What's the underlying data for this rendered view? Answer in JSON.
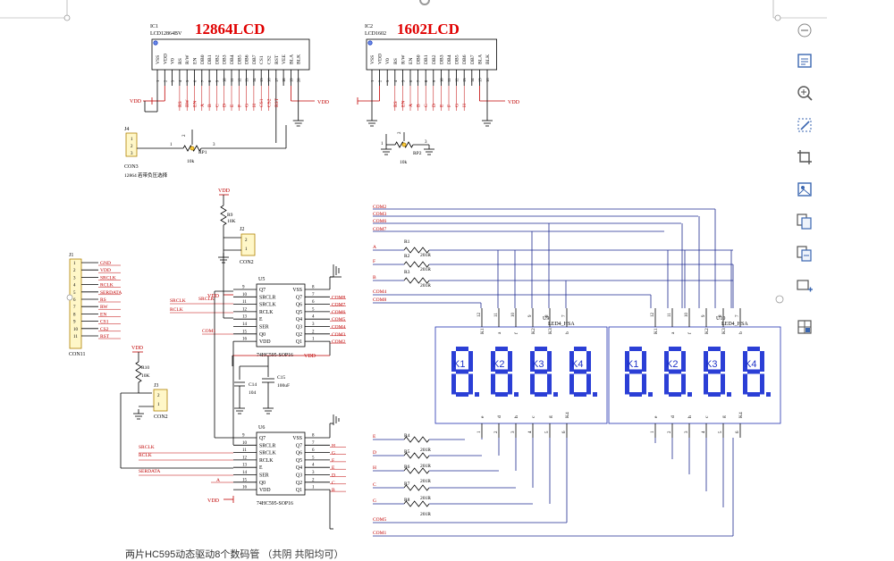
{
  "ic1": {
    "ref": "IC1",
    "part": "LCD12864BV",
    "title": "12864LCD",
    "pins": [
      "VSS",
      "VDD",
      "V0",
      "RS",
      "R/W",
      "EN",
      "DB0",
      "DB1",
      "DB2",
      "DB3",
      "DB4",
      "DB5",
      "DB6",
      "DB7",
      "CS1",
      "CS2",
      "RST",
      "VEE",
      "BLA",
      "BLK"
    ],
    "nets": [
      "RS",
      "RW",
      "EN",
      "A",
      "B",
      "C",
      "D",
      "E",
      "F",
      "G",
      "H",
      "CS1",
      "CS2",
      "RST"
    ],
    "vdd": "VDD"
  },
  "ic2": {
    "ref": "IC2",
    "part": "LCD1602",
    "title": "1602LCD",
    "pins": [
      "VSS",
      "VDD",
      "V0",
      "RS",
      "R/W",
      "EN",
      "DB0",
      "DB1",
      "DB2",
      "DB3",
      "DB4",
      "DB5",
      "DB6",
      "DB7",
      "BLA",
      "BLK"
    ],
    "nets": [
      "RS",
      "EN",
      "A",
      "B",
      "C",
      "D",
      "E",
      "F",
      "G",
      "H"
    ],
    "vdd": "VDD"
  },
  "j4": {
    "ref": "J4",
    "part": "CON3",
    "note": "12864 若带负压选择"
  },
  "rp1": {
    "ref": "RP1",
    "value": "10k"
  },
  "rp2": {
    "ref": "RP2",
    "value": "10k"
  },
  "j1": {
    "ref": "J1",
    "part": "CON11",
    "labels": [
      "GND",
      "VDD",
      "SRCLK",
      "RCLK",
      "SERDATA",
      "RS",
      "RW",
      "EN",
      "CS1",
      "CS2",
      "RST"
    ]
  },
  "r9": {
    "ref": "R9",
    "value": "10K"
  },
  "r10": {
    "ref": "R10",
    "value": "10K"
  },
  "j2": {
    "ref": "J2",
    "part": "CON2"
  },
  "j3": {
    "ref": "J3",
    "part": "CON2"
  },
  "u5": {
    "ref": "U5",
    "part": "74HC595-SOP16",
    "left": [
      "Q7",
      "SRCLR",
      "SRCLK",
      "RCLK",
      "E",
      "SER",
      "Q0",
      "VDD"
    ],
    "right": [
      "VSS",
      "Q7",
      "Q6",
      "Q5",
      "Q4",
      "Q3",
      "Q2",
      "Q1"
    ],
    "out": [
      "COM8",
      "COM7",
      "COM6",
      "COM5",
      "COM4",
      "COM3",
      "COM2"
    ],
    "in": [
      "SRCLK",
      "RCLK",
      "COM1"
    ]
  },
  "u6": {
    "ref": "U6",
    "part": "74HC595-SOP16",
    "left": [
      "Q7",
      "SRCLR",
      "SRCLK",
      "RCLK",
      "E",
      "SER",
      "Q0",
      "VDD"
    ],
    "right": [
      "VSS",
      "Q7",
      "Q6",
      "Q5",
      "Q4",
      "Q3",
      "Q2",
      "Q1"
    ],
    "out": [
      "H",
      "G",
      "F",
      "E",
      "D",
      "C",
      "B"
    ],
    "in": [
      "SRCLK",
      "RCLK",
      "SERDATA",
      "A"
    ]
  },
  "c14": {
    "ref": "C14",
    "value": "104"
  },
  "c15": {
    "ref": "C15",
    "value": "100uF"
  },
  "vdd": "VDD",
  "u9": {
    "ref": "U9",
    "part": "LED4_HSA"
  },
  "u10": {
    "ref": "U10",
    "part": "LED4_HSA"
  },
  "digits": [
    "K1",
    "K2",
    "K3",
    "K4"
  ],
  "com_top": [
    "COM2",
    "COM3",
    "COM6",
    "COM7"
  ],
  "com_mid": [
    "COM4",
    "COM8"
  ],
  "seg_top": [
    "A",
    "F",
    "B"
  ],
  "seg_bot": [
    "E",
    "D",
    "H",
    "C",
    "G"
  ],
  "res_top": [
    "R1",
    "R2",
    "R3"
  ],
  "res_bot": [
    "R4",
    "R5",
    "R6",
    "R7",
    "R8"
  ],
  "res_value": "201R",
  "com_bot": [
    "COM5",
    "COM1"
  ],
  "caption": "两片HC595动态驱动8个数码管 （共阴 共阳均可）",
  "toolbar": [
    {
      "name": "text-layout-icon"
    },
    {
      "name": "zoom-in-icon"
    },
    {
      "name": "magic-select-icon"
    },
    {
      "name": "crop-icon"
    },
    {
      "name": "image-frame-icon"
    },
    {
      "name": "copy-image-icon"
    },
    {
      "name": "duplicate-icon"
    },
    {
      "name": "add-image-icon"
    },
    {
      "name": "grid-layout-icon"
    }
  ]
}
